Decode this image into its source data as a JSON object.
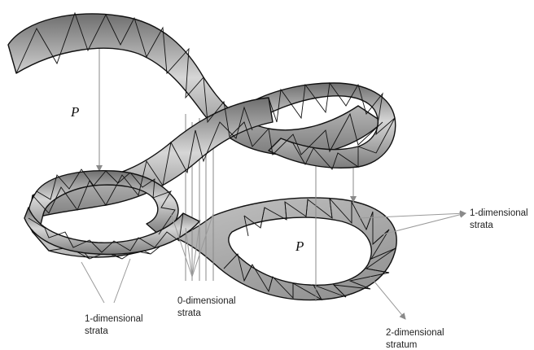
{
  "labels": {
    "projection_upper": "P",
    "projection_lower": "P",
    "strata_1d_left": [
      "1-dimensional",
      "strata"
    ],
    "strata_0d": [
      "0-dimensional",
      "strata"
    ],
    "strata_1d_right": [
      "1-dimensional",
      "strata"
    ],
    "stratum_2d": [
      "2-dimensional",
      "stratum"
    ]
  },
  "colors": {
    "surface_light": "#d9d9d9",
    "surface_dark": "#7a7a7a",
    "mesh_edges": "#111111",
    "projection_lines": "#8a8a8a",
    "callout_lines": "#9a9a9a"
  }
}
